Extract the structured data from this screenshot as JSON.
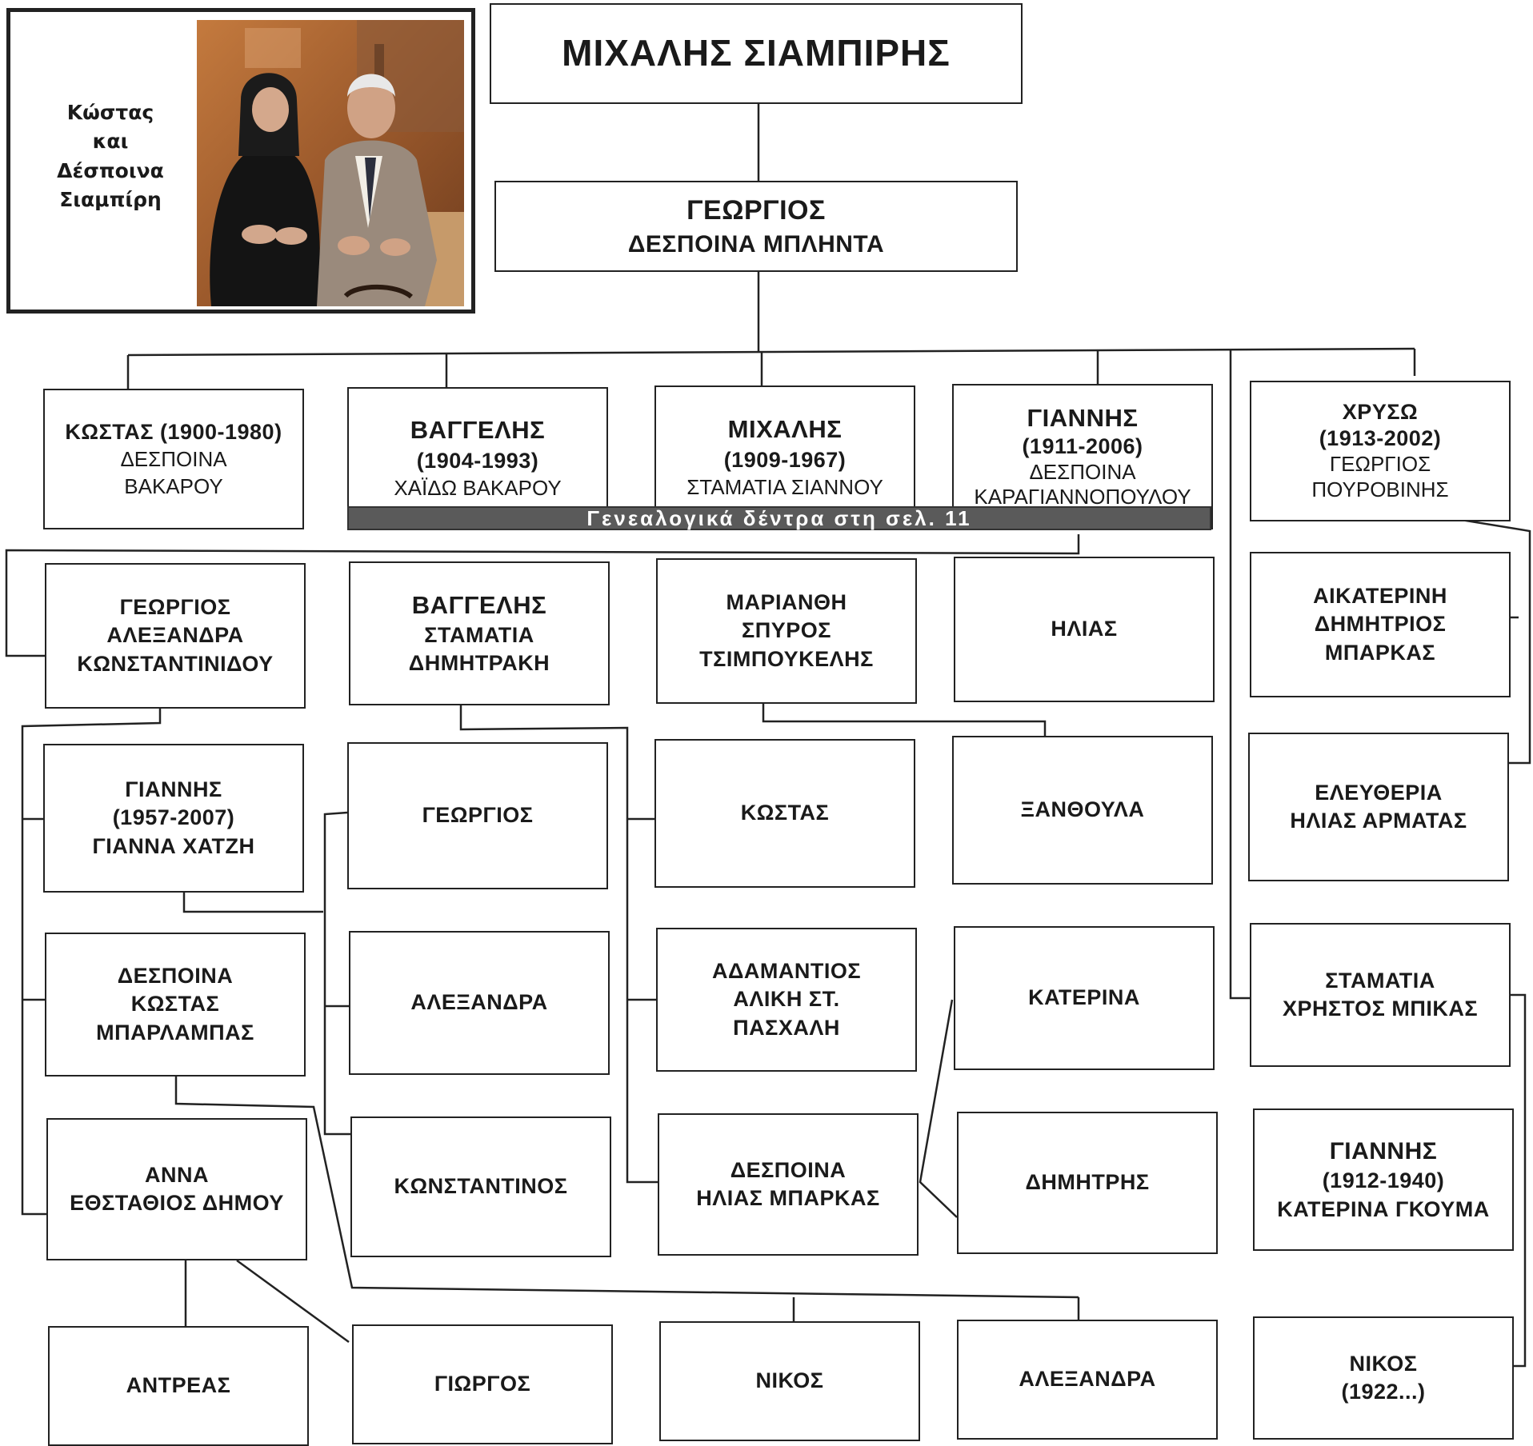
{
  "photo_caption": [
    "Κώστας",
    "και",
    "Δέσποινα",
    "Σιαμπίρη"
  ],
  "root": "ΜΙΧΑΛΗΣ ΣΙΑΜΠΙΡΗΣ",
  "parents": [
    "ΓΕΩΡΓΙΟΣ",
    "ΔΕΣΠΟΙΝΑ ΜΠΛΗΝΤΑ"
  ],
  "banner": "Γενεαλογικά δέντρα στη σελ. 11",
  "children": [
    [
      "ΚΩΣΤΑΣ (1900-1980)",
      "ΔΕΣΠΟΙΝΑ",
      "ΒΑΚΑΡΟΥ"
    ],
    [
      "ΒΑΓΓΕΛΗΣ",
      "(1904-1993)",
      "ΧΑΪΔΩ ΒΑΚΑΡΟΥ"
    ],
    [
      "ΜΙΧΑΛΗΣ",
      "(1909-1967)",
      "ΣΤΑΜΑΤΙΑ ΣΙΑΝΝΟΥ"
    ],
    [
      "ΓΙΑΝΝΗΣ",
      "(1911-2006)",
      "ΔΕΣΠΟΙΝΑ",
      "ΚΑΡΑΓΙΑΝΝΟΠΟΥΛΟΥ"
    ],
    [
      "ΧΡΥΣΩ",
      "(1913-2002)",
      "ΓΕΩΡΓΙΟΣ",
      "ΠΟΥΡΟΒΙΝΗΣ"
    ]
  ],
  "people": {
    "r1c1": [
      "ΓΕΩΡΓΙΟΣ",
      "ΑΛΕΞΑΝΔΡΑ",
      "ΚΩΝΣΤΑΝΤΙΝΙΔΟΥ"
    ],
    "r1c2": [
      "ΒΑΓΓΕΛΗΣ",
      "ΣΤΑΜΑΤΙΑ",
      "ΔΗΜΗΤΡΑΚΗ"
    ],
    "r1c3": [
      "ΜΑΡΙΑΝΘΗ",
      "ΣΠΥΡΟΣ",
      "ΤΣΙΜΠΟΥΚΕΛΗΣ"
    ],
    "r1c4": [
      "ΗΛΙΑΣ"
    ],
    "r1c5": [
      "ΑΙΚΑΤΕΡΙΝΗ",
      "ΔΗΜΗΤΡΙΟΣ",
      "ΜΠΑΡΚΑΣ"
    ],
    "r2c1": [
      "ΓΙΑΝΝΗΣ",
      "(1957-2007)",
      "ΓΙΑΝΝΑ ΧΑΤΖΗ"
    ],
    "r2c2": [
      "ΓΕΩΡΓΙΟΣ"
    ],
    "r2c3": [
      "ΚΩΣΤΑΣ"
    ],
    "r2c4": [
      "ΞΑΝΘΟΥΛΑ"
    ],
    "r2c5": [
      "ΕΛΕΥΘΕΡΙΑ",
      "ΗΛΙΑΣ ΑΡΜΑΤΑΣ"
    ],
    "r3c1": [
      "ΔΕΣΠΟΙΝΑ",
      "ΚΩΣΤΑΣ",
      "ΜΠΑΡΛΑΜΠΑΣ"
    ],
    "r3c2": [
      "ΑΛΕΞΑΝΔΡΑ"
    ],
    "r3c3": [
      "ΑΔΑΜΑΝΤΙΟΣ",
      "ΑΛΙΚΗ ΣΤ.",
      "ΠΑΣΧΑΛΗ"
    ],
    "r3c4": [
      "ΚΑΤΕΡΙΝΑ"
    ],
    "r3c5": [
      "ΣΤΑΜΑΤΙΑ",
      "ΧΡΗΣΤΟΣ ΜΠΙΚΑΣ"
    ],
    "r4c1": [
      "ΑΝΝΑ",
      "ΕΘΣΤΑΘΙΟΣ ΔΗΜΟΥ"
    ],
    "r4c2": [
      "ΚΩΝΣΤΑΝΤΙΝΟΣ"
    ],
    "r4c3": [
      "ΔΕΣΠΟΙΝΑ",
      "ΗΛΙΑΣ ΜΠΑΡΚΑΣ"
    ],
    "r4c4": [
      "ΔΗΜΗΤΡΗΣ"
    ],
    "r4c5": [
      "ΓΙΑΝΝΗΣ",
      "(1912-1940)",
      "ΚΑΤΕΡΙΝΑ ΓΚΟΥΜΑ"
    ],
    "r5c1": [
      "ΑΝΤΡΕΑΣ"
    ],
    "r5c2": [
      "ΓΙΩΡΓΟΣ"
    ],
    "r5c3": [
      "ΝΙΚΟΣ"
    ],
    "r5c4": [
      "ΑΛΕΞΑΝΔΡΑ"
    ],
    "r5c5": [
      "ΝΙΚΟΣ",
      "(1922...)"
    ]
  }
}
